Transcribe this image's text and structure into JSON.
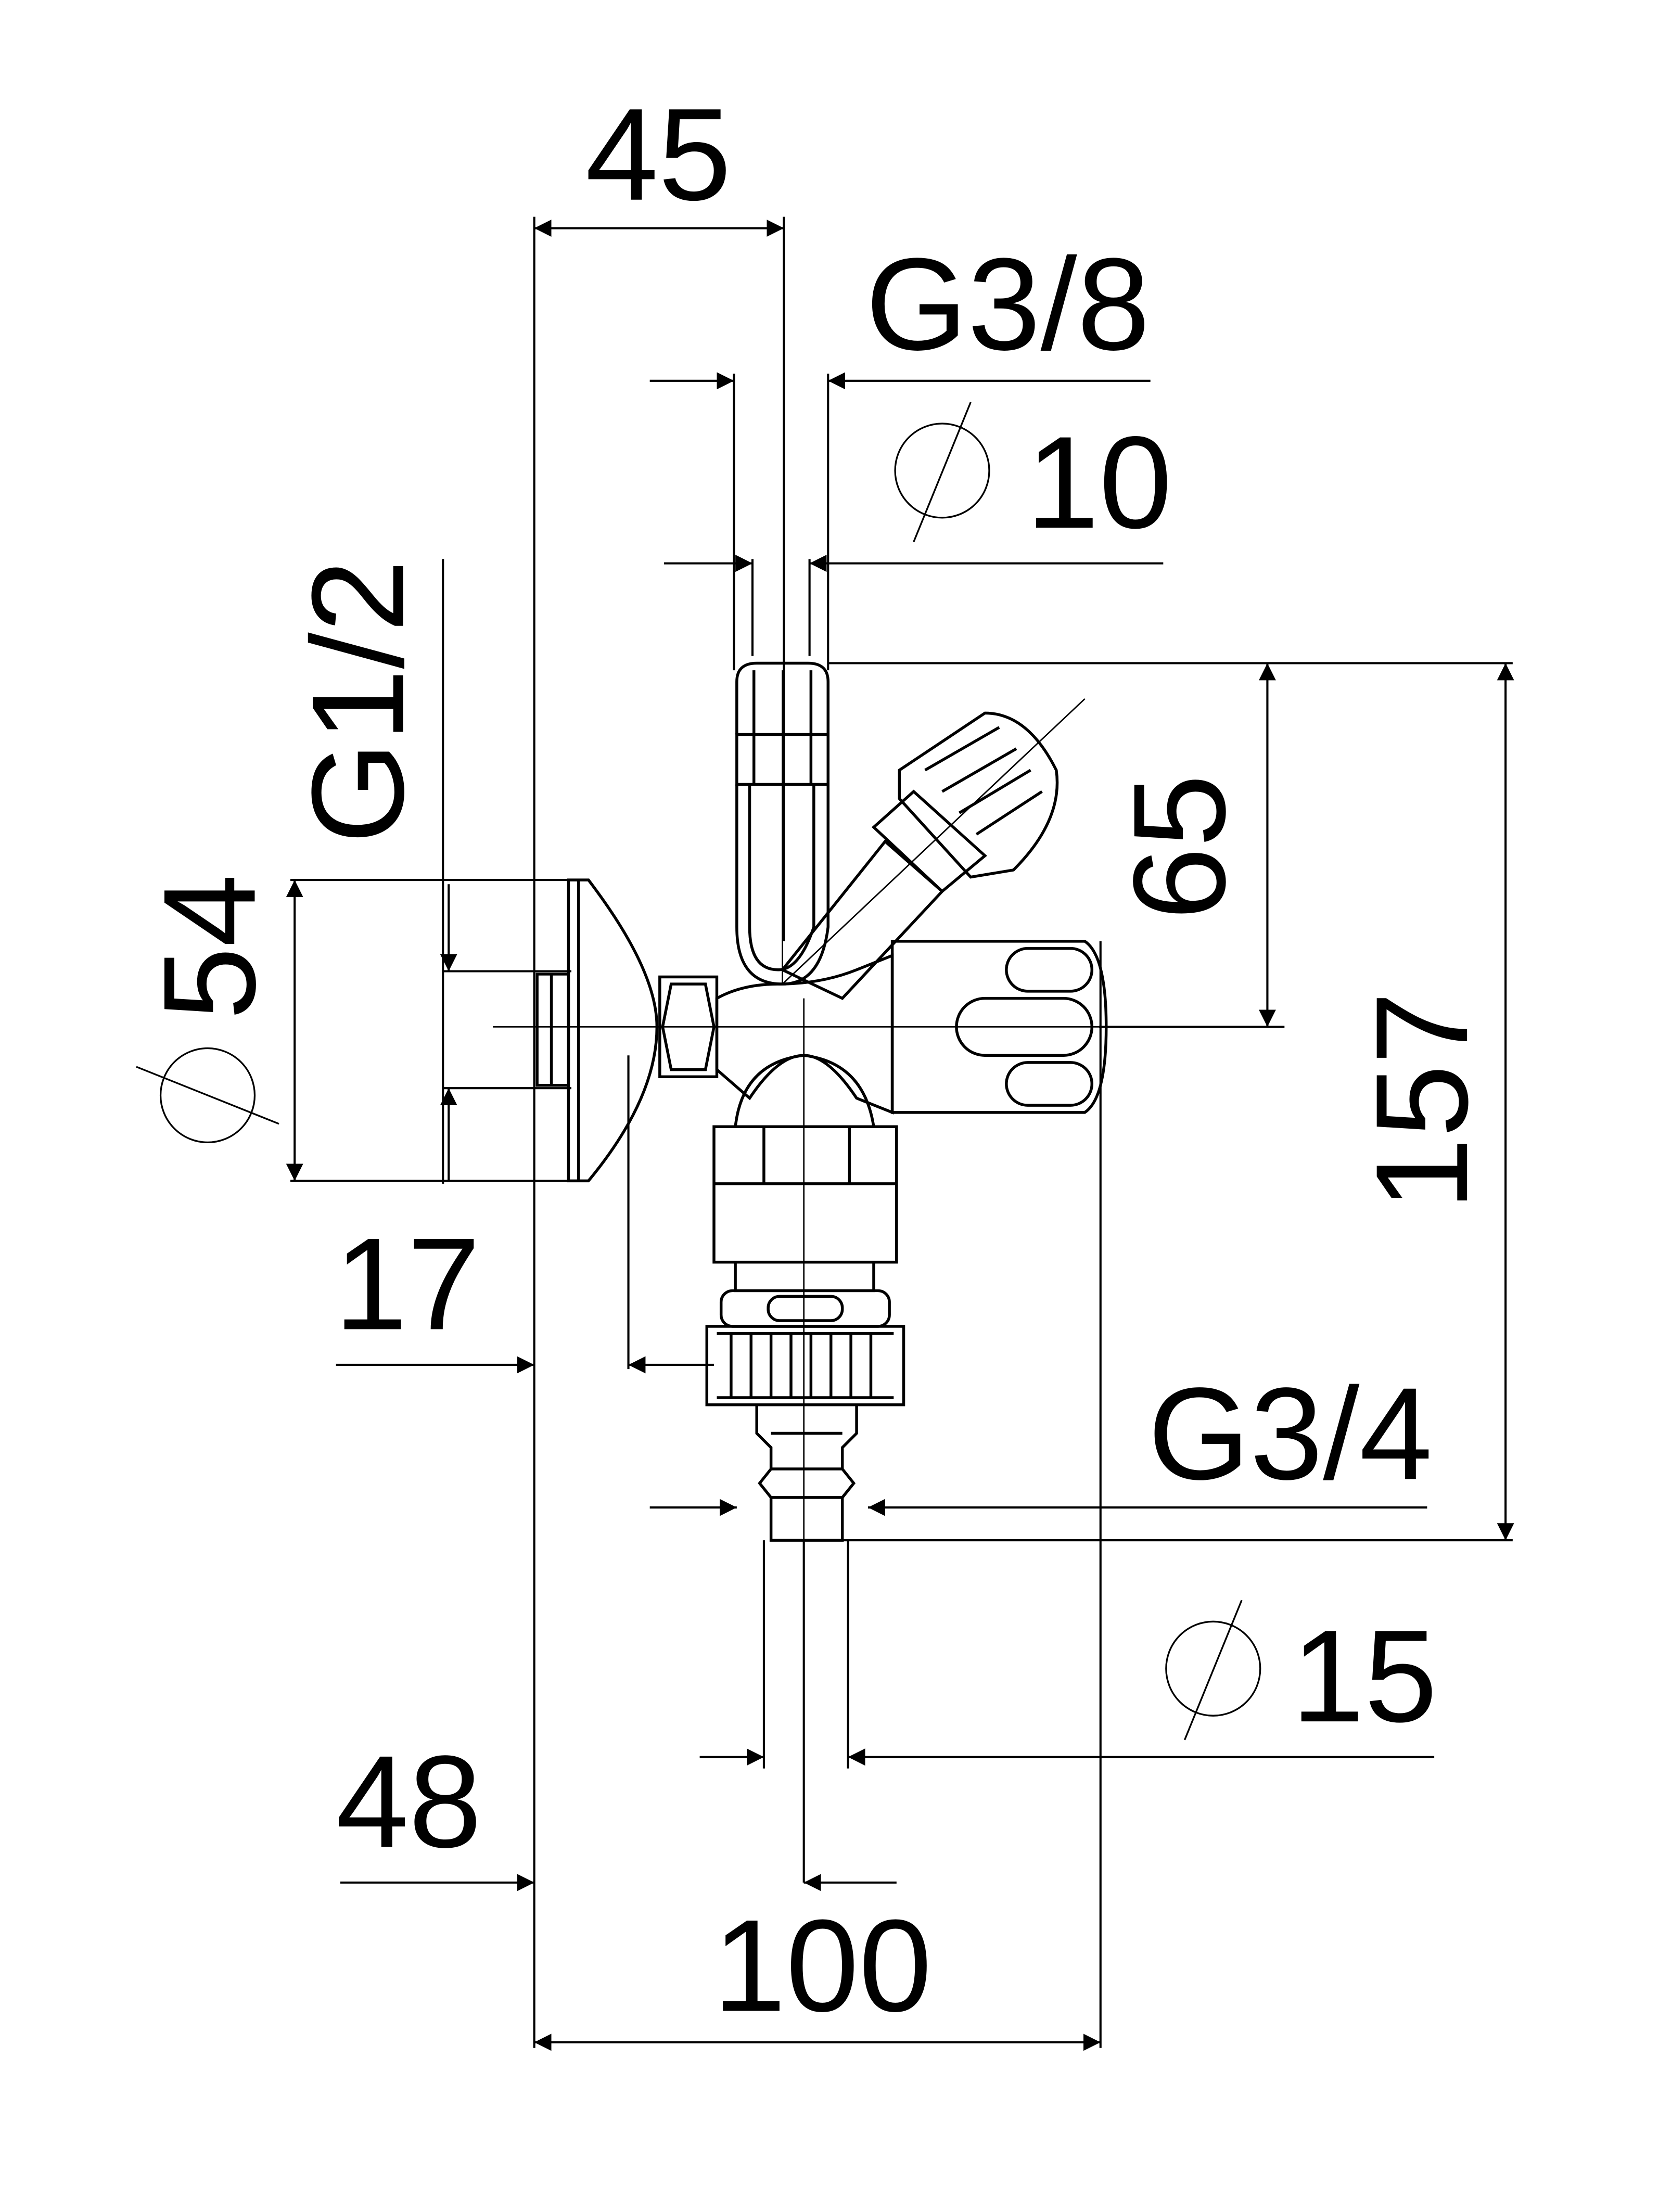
{
  "dimensions": {
    "d45": "45",
    "g38": "G3/8",
    "d10": "10",
    "g12": "G1/2",
    "d54": "54",
    "d65": "65",
    "d157": "157",
    "d17": "17",
    "g34": "G3/4",
    "d15": "15",
    "d48": "48",
    "d100": "100"
  }
}
